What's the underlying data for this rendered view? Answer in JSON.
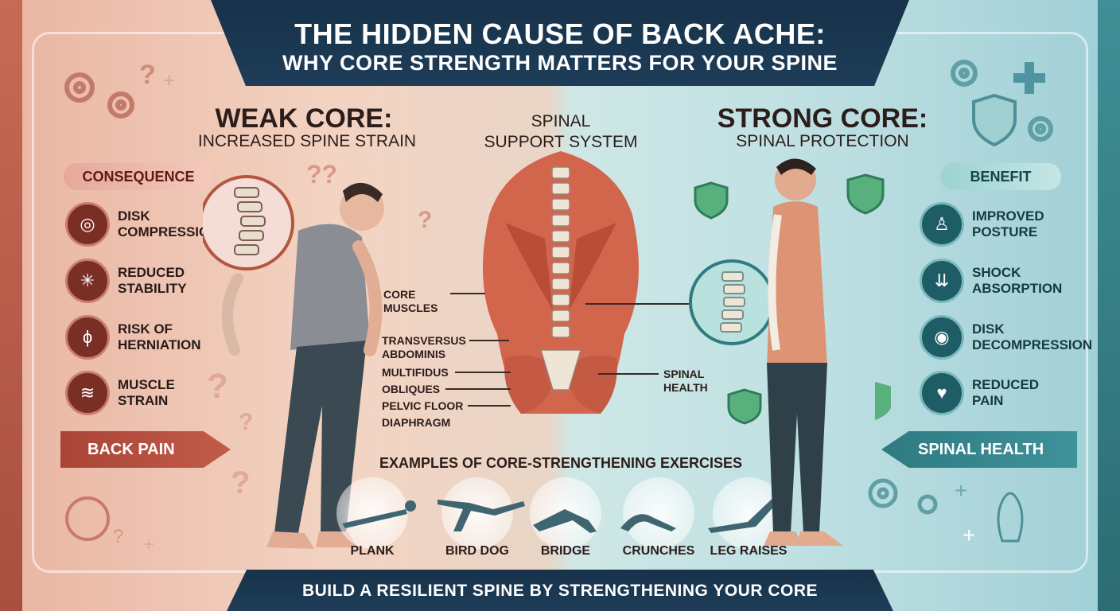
{
  "title": {
    "line1": "THE HIDDEN CAUSE OF BACK ACHE:",
    "line2": "WHY CORE STRENGTH MATTERS FOR YOUR SPINE"
  },
  "left": {
    "heading": "WEAK CORE:",
    "subheading": "INCREASED SPINE STRAIN",
    "pill": "CONSEQUENCE",
    "items": [
      {
        "label": "DISK\nCOMPRESSION",
        "icon": "disk-icon"
      },
      {
        "label": "REDUCED\nSTABILITY",
        "icon": "burst-icon"
      },
      {
        "label": "RISK OF\nHERNIATION",
        "icon": "disc-bulge-icon"
      },
      {
        "label": "MUSCLE\nSTRAIN",
        "icon": "muscle-icon"
      }
    ],
    "arrow": "BACK PAIN",
    "accent": "#a94537"
  },
  "center": {
    "title_line1": "SPINAL",
    "title_line2": "SUPPORT SYSTEM",
    "labels": {
      "core": "CORE\nMUSCLES",
      "transversus": "TRANSVERSUS\nABDOMINIS",
      "multifidus": "MULTIFIDUS",
      "obliques": "OBLIQUES",
      "pelvic": "PELVIC FLOOR",
      "diaphragm": "DIAPHRAGM",
      "spinal_health": "SPINAL\nHEALTH"
    },
    "exercises_title": "EXAMPLES OF CORE-STRENGTHENING EXERCISES",
    "exercises": [
      "PLANK",
      "BIRD DOG",
      "BRIDGE",
      "CRUNCHES",
      "LEG RAISES"
    ]
  },
  "right": {
    "heading": "STRONG CORE:",
    "subheading": "SPINAL PROTECTION",
    "pill": "BENEFIT",
    "items": [
      {
        "label": "IMPROVED\nPOSTURE",
        "icon": "posture-icon"
      },
      {
        "label": "SHOCK\nABSORPTION",
        "icon": "shock-icon"
      },
      {
        "label": "DISK\nDECOMPRESSION",
        "icon": "disk-decompression-icon"
      },
      {
        "label": "REDUCED\nPAIN",
        "icon": "heart-pulse-icon"
      }
    ],
    "arrow": "SPINAL HEALTH",
    "accent": "#2e7a81"
  },
  "footer": "BUILD A RESILIENT SPINE BY STRENGTHENING YOUR CORE"
}
